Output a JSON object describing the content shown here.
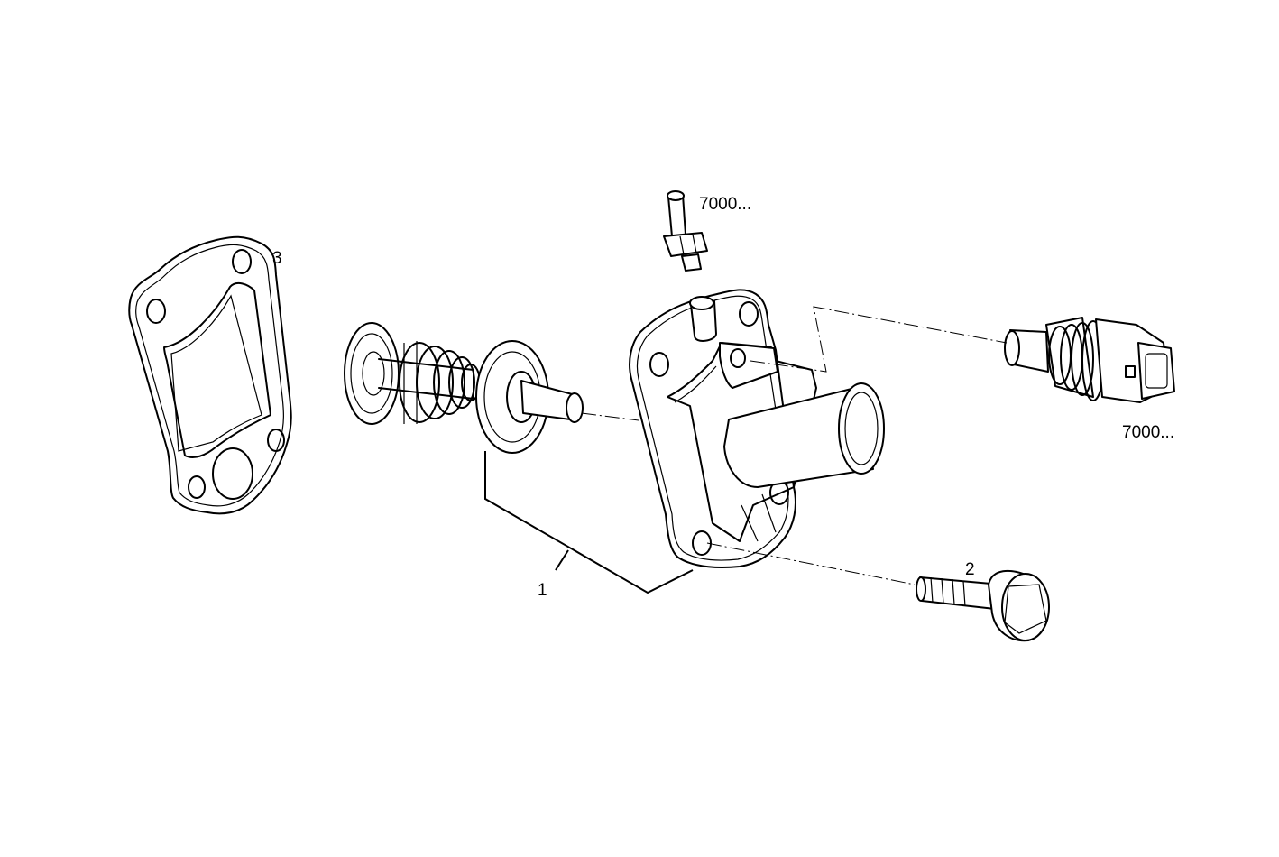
{
  "callouts": {
    "gasket": "3",
    "thermostat": "1",
    "bolt": "2",
    "temp_sender_top": "7000...",
    "temp_sensor_right": "7000..."
  },
  "colors": {
    "line": "#000000",
    "background": "#ffffff"
  }
}
